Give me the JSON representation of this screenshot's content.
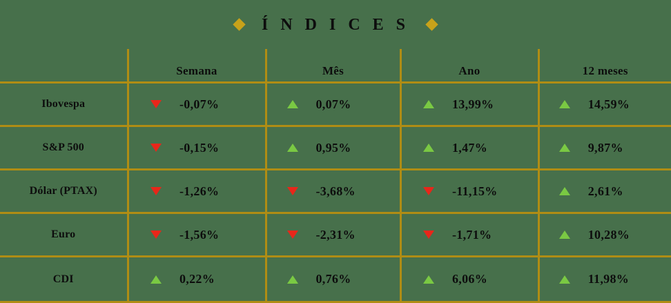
{
  "header": {
    "title": "Í N D I C E S",
    "left_ornament": "diamond",
    "right_ornament": "diamond"
  },
  "colors": {
    "background": "#47704b",
    "grid": "#b08d14",
    "ornament": "#c8a21a",
    "text": "#0d0d0d",
    "up": "#7ac943",
    "down": "#e8261a"
  },
  "table": {
    "corner_header": "",
    "columns": [
      "Semana",
      "Mês",
      "Ano",
      "12 meses"
    ],
    "rows": [
      {
        "label": "Ibovespa",
        "cells": [
          {
            "value": "-0,07%",
            "direction": "down"
          },
          {
            "value": "0,07%",
            "direction": "up"
          },
          {
            "value": "13,99%",
            "direction": "up"
          },
          {
            "value": "14,59%",
            "direction": "up"
          }
        ]
      },
      {
        "label": "S&P 500",
        "cells": [
          {
            "value": "-0,15%",
            "direction": "down"
          },
          {
            "value": "0,95%",
            "direction": "up"
          },
          {
            "value": "1,47%",
            "direction": "up"
          },
          {
            "value": "9,87%",
            "direction": "up"
          }
        ]
      },
      {
        "label": "Dólar (PTAX)",
        "cells": [
          {
            "value": "-1,26%",
            "direction": "down"
          },
          {
            "value": "-3,68%",
            "direction": "down"
          },
          {
            "value": "-11,15%",
            "direction": "down"
          },
          {
            "value": "2,61%",
            "direction": "up"
          }
        ]
      },
      {
        "label": "Euro",
        "cells": [
          {
            "value": "-1,56%",
            "direction": "down"
          },
          {
            "value": "-2,31%",
            "direction": "down"
          },
          {
            "value": "-1,71%",
            "direction": "down"
          },
          {
            "value": "10,28%",
            "direction": "up"
          }
        ]
      },
      {
        "label": "CDI",
        "cells": [
          {
            "value": "0,22%",
            "direction": "up"
          },
          {
            "value": "0,76%",
            "direction": "up"
          },
          {
            "value": "6,06%",
            "direction": "up"
          },
          {
            "value": "11,98%",
            "direction": "up"
          }
        ]
      }
    ]
  }
}
